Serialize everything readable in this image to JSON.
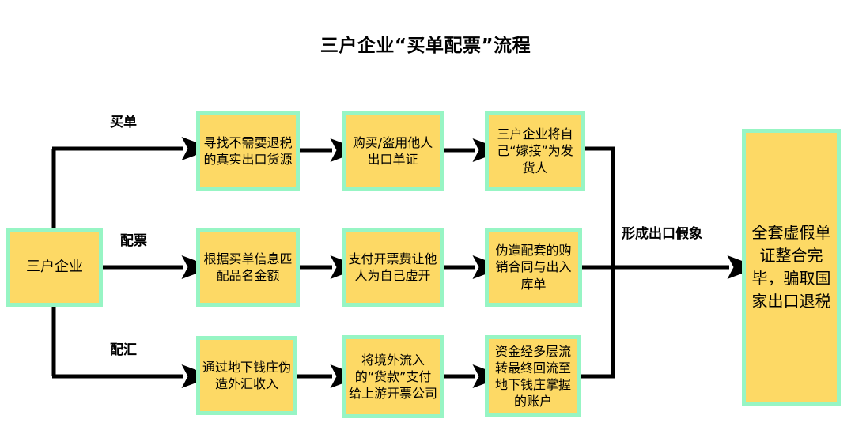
{
  "title": "三户企业“买单配票”流程",
  "colors": {
    "node_fill": "#fdd965",
    "node_border": "#97f5c4",
    "connector": "#000000",
    "text": "#000000",
    "background": "#ffffff"
  },
  "start_node": {
    "label": "三户企业"
  },
  "final_node": {
    "label": "全套虚假单证整合完毕，骗取国家出口退税"
  },
  "branch_labels": {
    "row1": "买单",
    "row2": "配票",
    "row3": "配汇",
    "merge": "形成出口假象"
  },
  "rows": [
    {
      "branch": "买单",
      "steps": [
        {
          "label": "寻找不需要退税的真实出口货源"
        },
        {
          "label": "购买/盗用他人出口单证"
        },
        {
          "label": "三户企业将自己“嫁接”为发货人"
        }
      ]
    },
    {
      "branch": "配票",
      "steps": [
        {
          "label": "根据买单信息匹配品名金额"
        },
        {
          "label": "支付开票费让他人为自己虚开"
        },
        {
          "label": "伪造配套的购销合同与出入库单"
        }
      ]
    },
    {
      "branch": "配汇",
      "steps": [
        {
          "label": "通过地下钱庄伪造外汇收入"
        },
        {
          "label": "将境外流入的“货款”支付给上游开票公司"
        },
        {
          "label": "资金经多层流转最终回流至地下钱庄掌握的账户"
        }
      ]
    }
  ]
}
